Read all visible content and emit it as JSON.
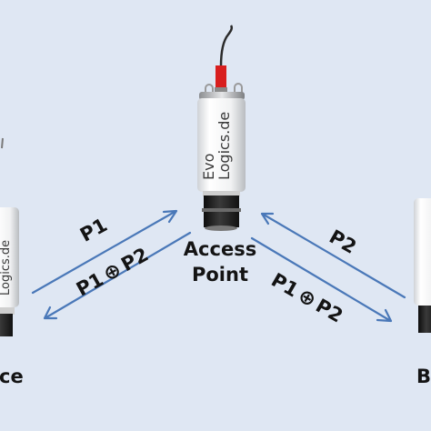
{
  "nodes": {
    "left": {
      "label": "ce",
      "brand": "Logics.de"
    },
    "center": {
      "label_line1": "Access",
      "label_line2": "Point",
      "brand_line1": "Evo",
      "brand_line2": "Logics.de"
    },
    "right": {
      "label": "B",
      "brand": ""
    }
  },
  "arrows": {
    "left_up": {
      "label": "P1"
    },
    "left_down": {
      "p1": "P1",
      "op": "⊕",
      "p2": "P2"
    },
    "right_up": {
      "label": "P2"
    },
    "right_down": {
      "p1": "P1",
      "op": "⊕",
      "p2": "P2"
    }
  },
  "colors": {
    "background": "#dfe7f3",
    "arrow": "#4a78b8",
    "housing": "#f3f3f3",
    "antenna": "#d81e1e",
    "base": "#1a1a1a"
  }
}
